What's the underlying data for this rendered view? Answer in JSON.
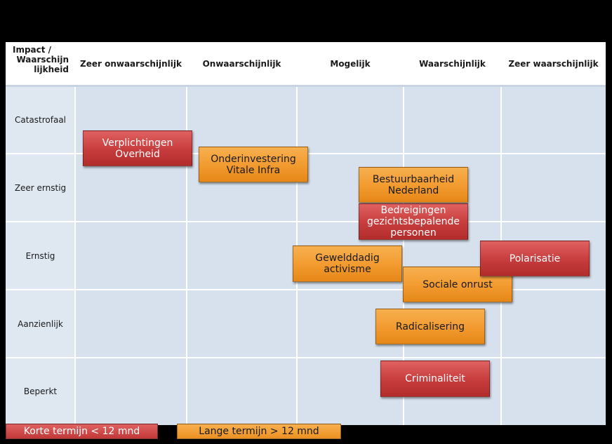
{
  "header": {
    "corner": [
      "Impact /",
      "Waarschijn",
      "lijkheid"
    ],
    "columns": [
      "Zeer onwaarschijnlijk",
      "Onwaarschijnlijk",
      "Mogelijk",
      "Waarschijnlijk",
      "Zeer waarschijnlijk"
    ]
  },
  "rows": [
    "Catastrofaal",
    "Zeer ernstig",
    "Ernstig",
    "Aanzienlijk",
    "Beperkt"
  ],
  "risks": [
    {
      "label": "Verplichtingen Overheid",
      "term": "short"
    },
    {
      "label": "Onderinvestering Vitale Infra",
      "term": "long"
    },
    {
      "label": "Bestuurbaarheid Nederland",
      "term": "long"
    },
    {
      "label": "Bedreigingen gezichtsbepalende personen",
      "term": "short"
    },
    {
      "label": "Gewelddadig activisme",
      "term": "long"
    },
    {
      "label": "Polarisatie",
      "term": "short"
    },
    {
      "label": "Sociale onrust",
      "term": "long"
    },
    {
      "label": "Radicalisering",
      "term": "long"
    },
    {
      "label": "Criminaliteit",
      "term": "short"
    }
  ],
  "legend": {
    "short": "Korte termijn < 12 mnd",
    "long": "Lange termijn > 12 mnd"
  },
  "colors": {
    "short_term": "#c73c3c",
    "long_term": "#f29a2f",
    "grid_background": "#d7e1ee"
  }
}
